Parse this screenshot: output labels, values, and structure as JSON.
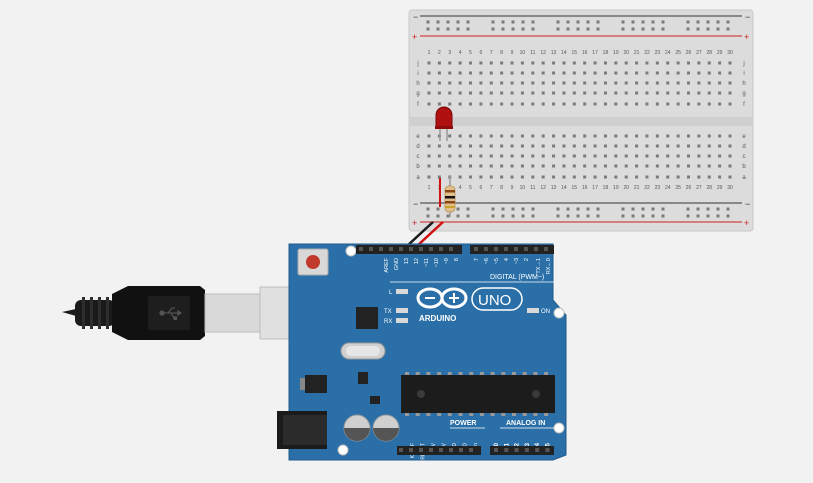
{
  "breadboard": {
    "columns": [
      "1",
      "2",
      "3",
      "4",
      "5",
      "6",
      "7",
      "8",
      "9",
      "10",
      "11",
      "12",
      "13",
      "14",
      "15",
      "16",
      "17",
      "18",
      "19",
      "20",
      "21",
      "22",
      "23",
      "24",
      "25",
      "26",
      "27",
      "28",
      "29",
      "30"
    ],
    "rows_top": [
      "j",
      "i",
      "h",
      "g",
      "f"
    ],
    "rows_bottom": [
      "e",
      "d",
      "c",
      "b",
      "a"
    ],
    "rail_minus": "−",
    "rail_plus": "+"
  },
  "arduino": {
    "brand": "ARDUINO",
    "model": "UNO",
    "digital_label": "DIGITAL (PWM~)",
    "power_label": "POWER",
    "analog_label": "ANALOG IN",
    "on_label": "ON",
    "led_l": "L",
    "led_tx": "TX",
    "led_rx": "RX",
    "top_pins": [
      "AREF",
      "GND",
      "13",
      "12",
      "~11",
      "~10",
      "~9",
      "8",
      "7",
      "~6",
      "~5",
      "4",
      "~3",
      "2",
      "TX→1",
      "RX←0"
    ],
    "power_pins": [
      "IOREF",
      "RESET",
      "3.3V",
      "5V",
      "GND",
      "GND",
      "Vin"
    ],
    "analog_pins": [
      "A0",
      "A1",
      "A2",
      "A3",
      "A4",
      "A5"
    ]
  },
  "components": {
    "led_color": "#b01010",
    "wire_black": "#1a1a1a",
    "wire_red": "#d01010",
    "board_color": "#2a6fa8",
    "usb_cable": "usb-cable"
  }
}
